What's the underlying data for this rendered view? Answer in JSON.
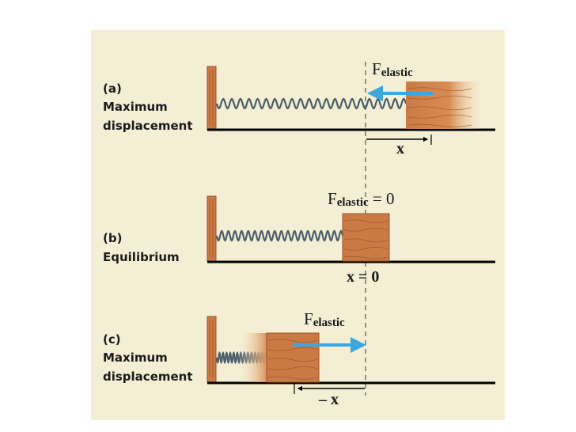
{
  "colors": {
    "panel_bg": "#f4efd4",
    "wood": "#c97a45",
    "wood_grain": "#9c5028",
    "spring": "#4a5f6a",
    "arrow": "#3ba7dc",
    "ground": "#000000"
  },
  "panels": [
    {
      "id": "a",
      "letter": "(a)",
      "caption_line1": "Maximum",
      "caption_line2": "displacement",
      "force_symbol": "F",
      "force_sub": "elastic",
      "force_suffix": "",
      "x_label": "x"
    },
    {
      "id": "b",
      "letter": "(b)",
      "caption_line1": "Equilibrium",
      "caption_line2": "",
      "force_symbol": "F",
      "force_sub": "elastic",
      "force_suffix": " = 0",
      "x_label": "x = 0"
    },
    {
      "id": "c",
      "letter": "(c)",
      "caption_line1": "Maximum",
      "caption_line2": "displacement",
      "force_symbol": "F",
      "force_sub": "elastic",
      "force_suffix": "",
      "x_label": "– x"
    }
  ]
}
